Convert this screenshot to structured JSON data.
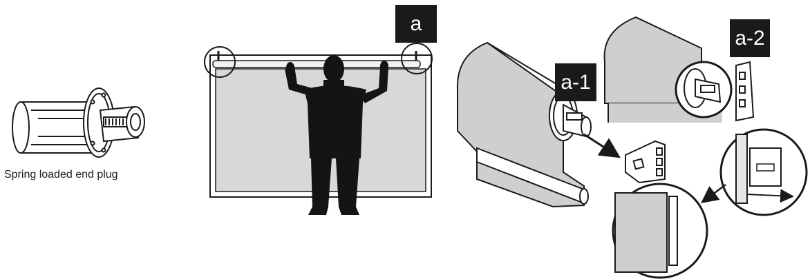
{
  "labels": {
    "step_a": "a",
    "step_a1": "a-1",
    "step_a2": "a-2"
  },
  "caption": "Spring loaded end plug",
  "colors": {
    "line": "#1a1a1a",
    "fabric": "#cfcfcf",
    "fabric_dark": "#b5b5b5",
    "silhouette": "#141414",
    "label_bg": "#1a1a1a",
    "label_text": "#ffffff"
  },
  "icons": [
    "end-plug-icon",
    "person-silhouette-icon",
    "bracket-icon",
    "arrow-icon",
    "magnifier-circle-icon"
  ]
}
